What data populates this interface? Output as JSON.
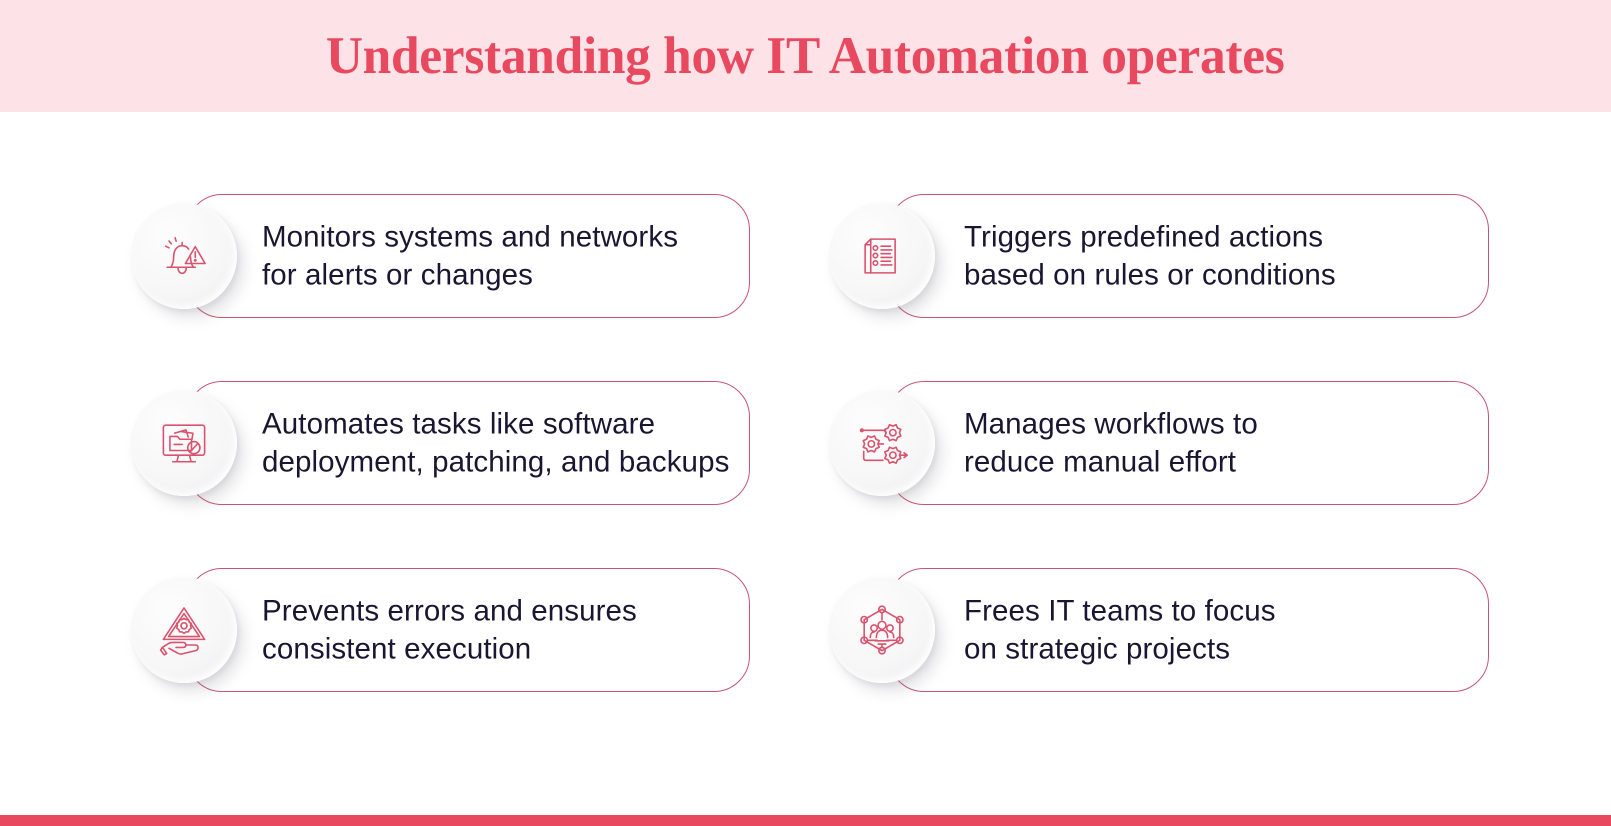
{
  "header": {
    "title": "Understanding how IT Automation operates",
    "band_color": "#FDE2E7",
    "title_color": "#E8495F"
  },
  "theme": {
    "accent": "#E8495F",
    "card_border": "#C75570",
    "icon_stroke": "#D9536E",
    "text_color": "#1A1530",
    "page_background": "#FFFFFF",
    "badge_background": "#F4F4F6"
  },
  "cards": [
    {
      "id": "monitors-systems",
      "column": "left",
      "row": 0,
      "icon": "bell-alert-icon",
      "lines": [
        "Monitors systems and networks",
        "for alerts or changes"
      ],
      "text": "Monitors systems and networks for alerts or changes"
    },
    {
      "id": "triggers-actions",
      "column": "right",
      "row": 0,
      "icon": "checklist-document-icon",
      "lines": [
        "Triggers predefined actions",
        "based on rules or conditions"
      ],
      "text": "Triggers predefined actions based on rules or conditions"
    },
    {
      "id": "automates-tasks",
      "column": "left",
      "row": 1,
      "icon": "monitor-folder-icon",
      "lines": [
        "Automates tasks like software",
        "deployment, patching, and backups"
      ],
      "text": "Automates tasks like software deployment, patching, and backups"
    },
    {
      "id": "manages-workflows",
      "column": "right",
      "row": 1,
      "icon": "workflow-gears-icon",
      "lines": [
        "Manages workflows to",
        "reduce manual effort"
      ],
      "text": "Manages workflows to reduce manual effort"
    },
    {
      "id": "prevents-errors",
      "column": "left",
      "row": 2,
      "icon": "hand-shield-gear-icon",
      "lines": [
        "Prevents errors and ensures",
        "consistent execution"
      ],
      "text": "Prevents errors and ensures consistent execution"
    },
    {
      "id": "frees-it-teams",
      "column": "right",
      "row": 2,
      "icon": "team-network-icon",
      "lines": [
        "Frees IT teams to focus",
        "on strategic projects"
      ],
      "text": "Frees IT teams to focus on strategic projects"
    }
  ],
  "footer": {
    "accent_bar_color": "#E8495F"
  }
}
